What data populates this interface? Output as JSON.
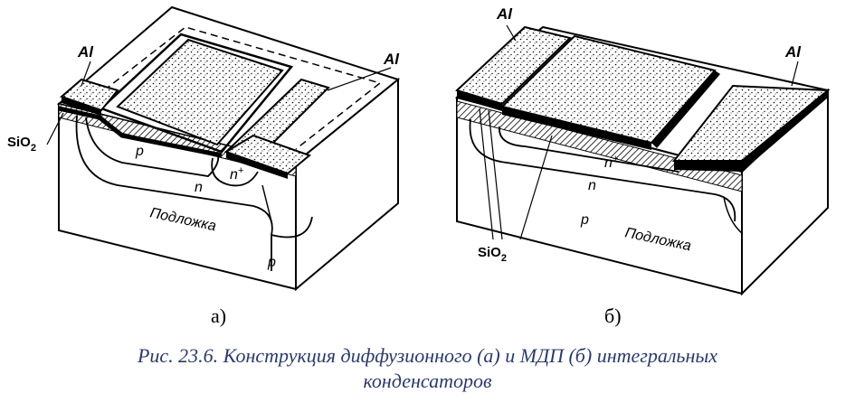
{
  "diagram_a": {
    "al_left": "Al",
    "al_right": "Al",
    "sio2": "SiO",
    "sio2_sub": "2",
    "region_p": "p",
    "region_nplus": "n",
    "region_nplus_sup": "+",
    "region_n": "n",
    "substrate": "Подложка",
    "substrate_p": "p",
    "sublabel": "а)"
  },
  "diagram_b": {
    "al_left": "Al",
    "al_right": "Al",
    "sio2": "SiO",
    "sio2_sub": "2",
    "region_nplus": "n",
    "region_nplus_sup": "+",
    "region_n": "n",
    "region_p": "p",
    "substrate": "Подложка",
    "sublabel": "б)"
  },
  "caption": {
    "line1": "Рис. 23.6. Конструкция диффузионного (а) и МДП (б) интегральных",
    "line2": "конденсаторов"
  }
}
